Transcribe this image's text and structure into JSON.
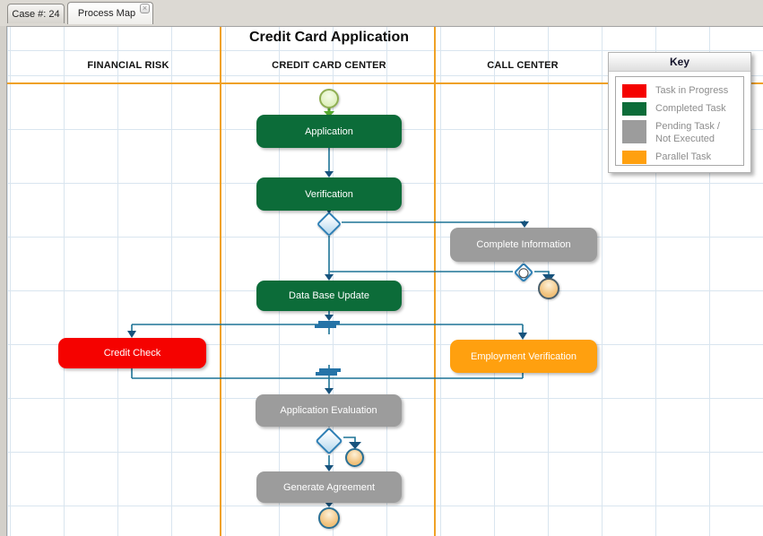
{
  "window": {
    "tabs": [
      {
        "label": "Case #: 24",
        "active": false
      },
      {
        "label": "Process Map",
        "active": true,
        "close_icon": "close-icon",
        "close_glyph": "×"
      }
    ]
  },
  "diagram": {
    "title": "Credit Card Application",
    "lanes": [
      {
        "label": "FINANCIAL RISK"
      },
      {
        "label": "CREDIT CARD CENTER"
      },
      {
        "label": "CALL CENTER"
      }
    ],
    "nodes": {
      "application": {
        "label": "Application",
        "status": "completed",
        "color": "#0c6c39"
      },
      "verification": {
        "label": "Verification",
        "status": "completed",
        "color": "#0c6c39"
      },
      "complete_information": {
        "label": "Complete Information",
        "status": "pending",
        "color": "#9c9c9c"
      },
      "data_base_update": {
        "label": "Data Base Update",
        "status": "completed",
        "color": "#0c6c39"
      },
      "credit_check": {
        "label": "Credit Check",
        "status": "in_progress",
        "color": "#f50200"
      },
      "employment_verification": {
        "label": "Employment Verification",
        "status": "parallel",
        "color": "#ffa00f"
      },
      "application_evaluation": {
        "label": "Application Evaluation",
        "status": "pending",
        "color": "#9c9c9c"
      },
      "generate_agreement": {
        "label": "Generate Agreement",
        "status": "pending",
        "color": "#9c9c9c"
      }
    }
  },
  "legend": {
    "title": "Key",
    "items": [
      {
        "label": "Task in Progress",
        "color": "#f50200"
      },
      {
        "label": "Completed Task",
        "color": "#0c6c39"
      },
      {
        "label": "Pending Task / Not Executed",
        "color": "#9c9c9c"
      },
      {
        "label": "Parallel Task",
        "color": "#ffa00f"
      }
    ]
  },
  "colors": {
    "connector": "#1d7396",
    "arrowhead": "#17537d",
    "start_arrow": "#55a82e",
    "lane_border": "#efa126",
    "grid_line": "#d9e5ef",
    "gateway_border": "#2e7fb5"
  }
}
